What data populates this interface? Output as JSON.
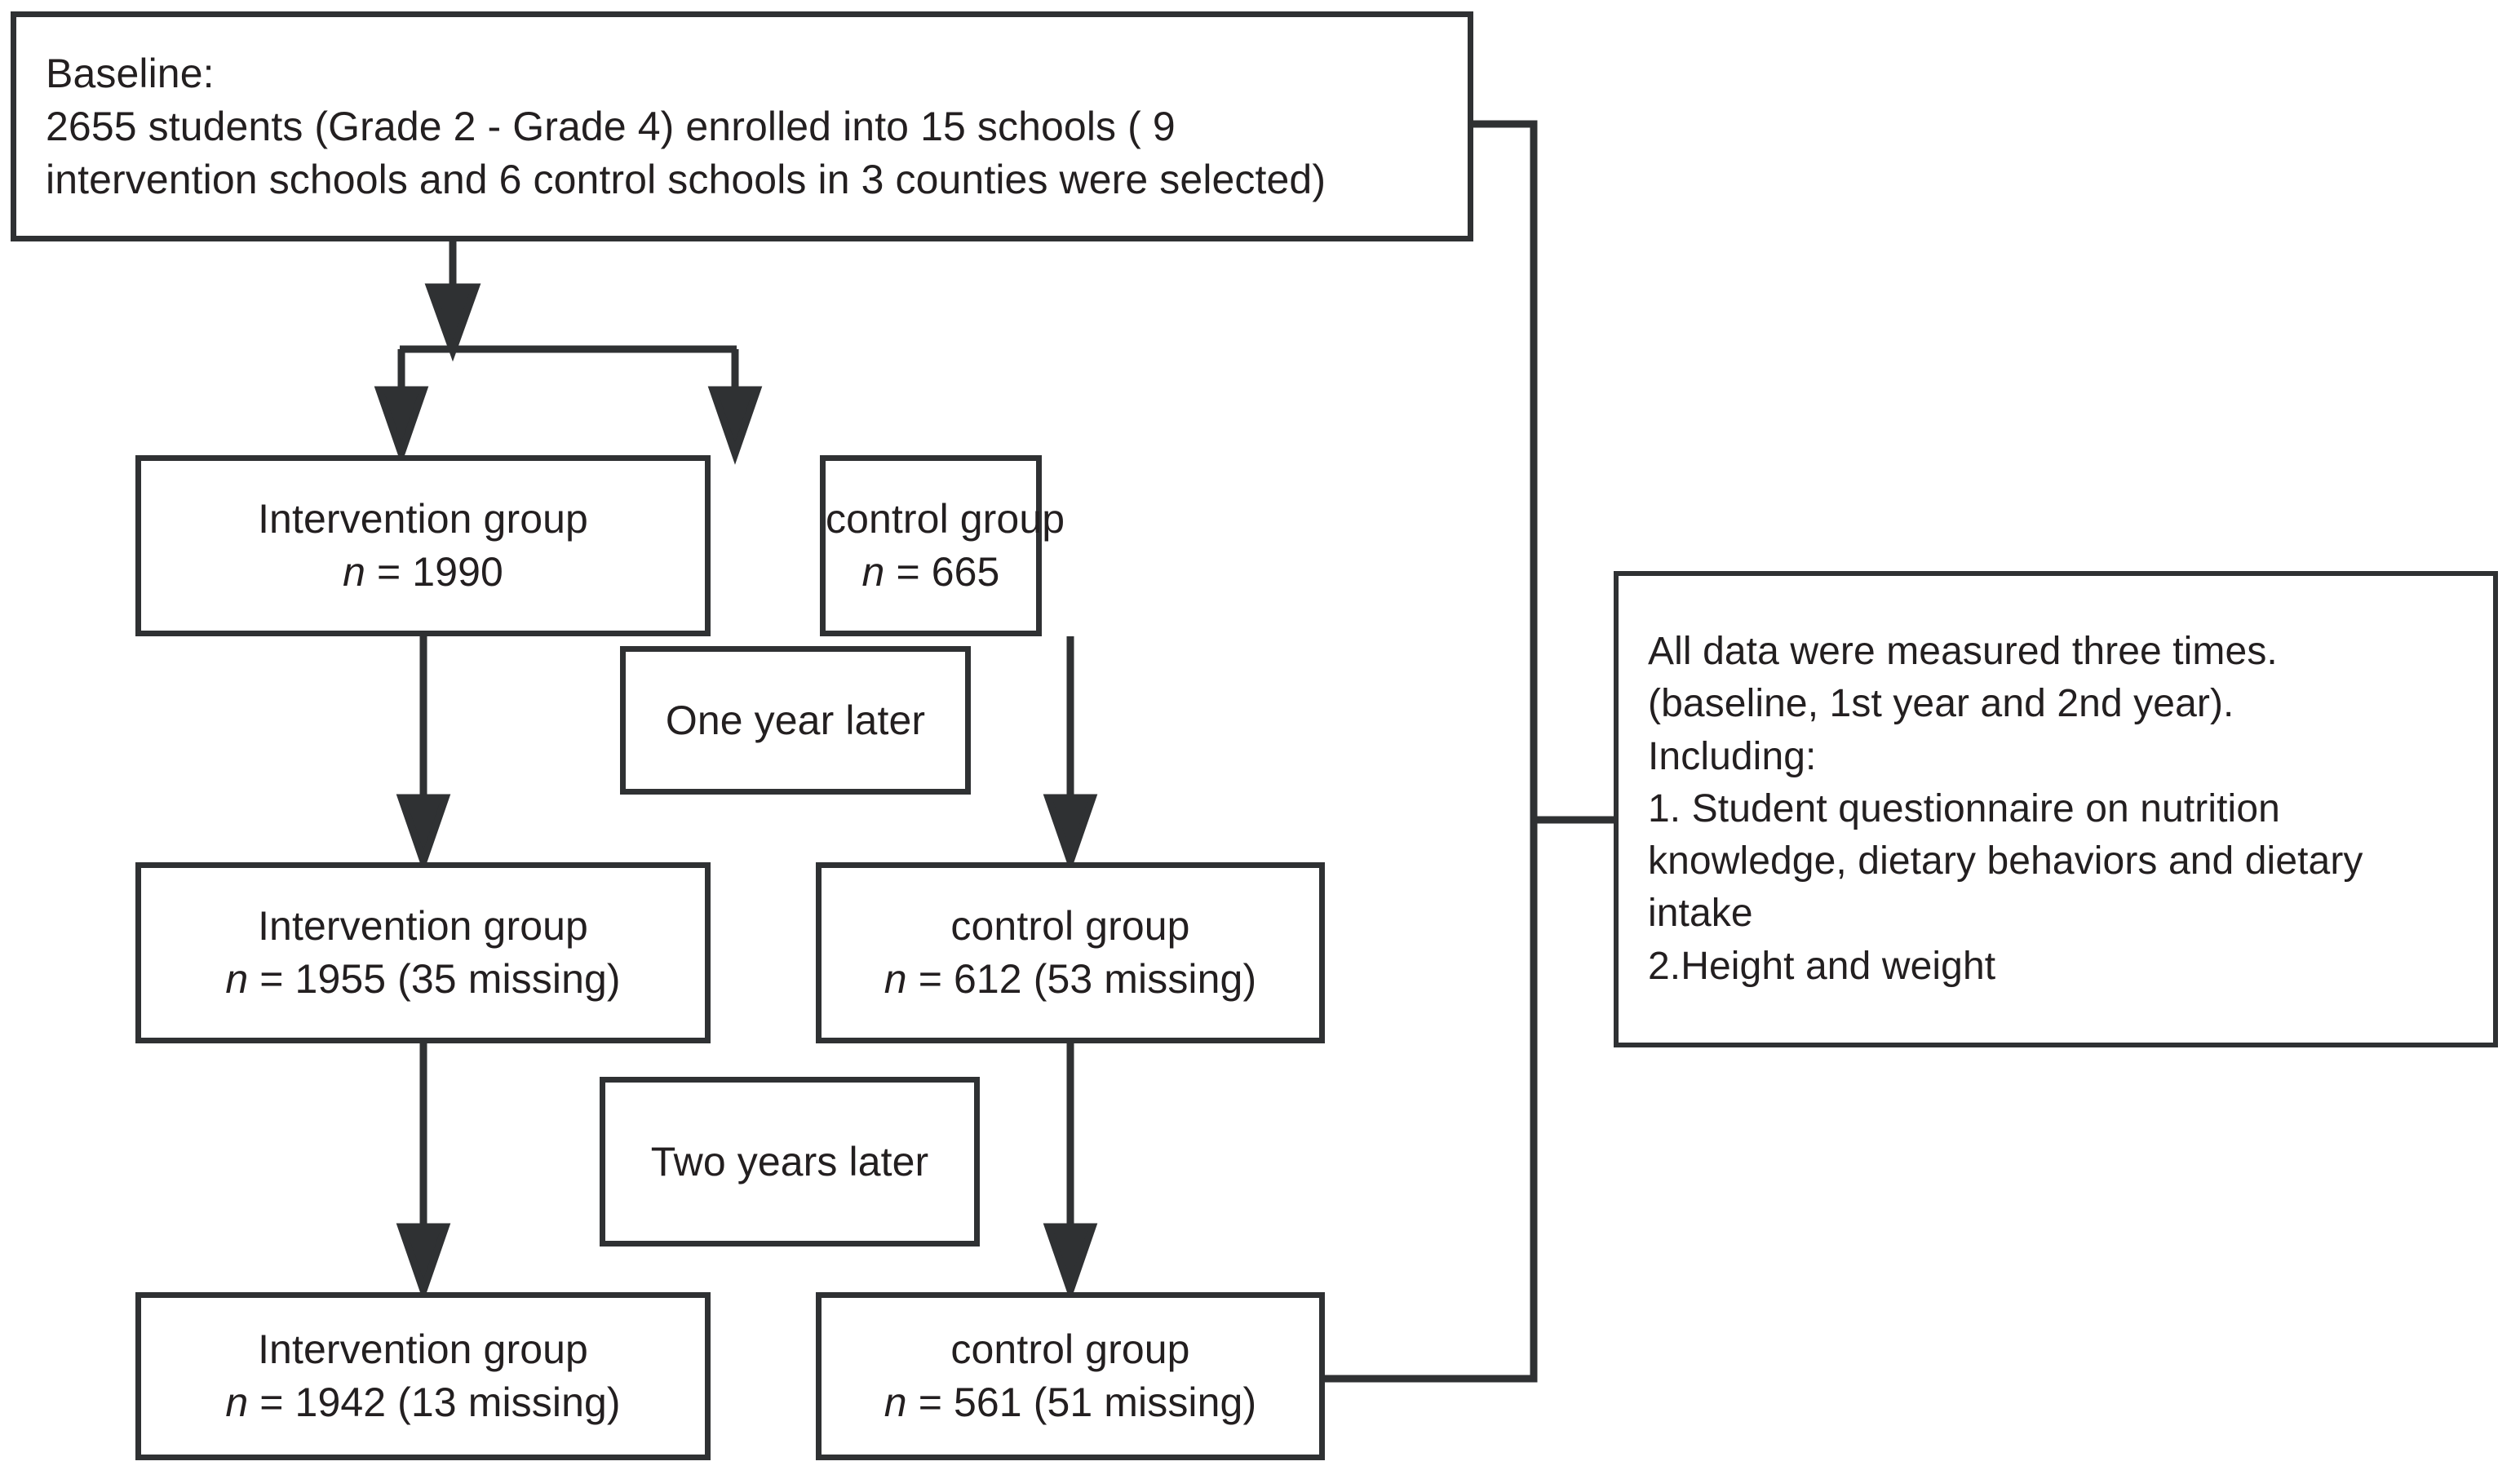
{
  "diagram": {
    "title": "Study participant flow diagram",
    "colors": {
      "stroke": "#2f3133",
      "text": "#231f20",
      "background": "#ffffff"
    },
    "nodes": {
      "baseline": {
        "label": "Baseline box",
        "lines": [
          "Baseline:",
          "2655 students (Grade 2 - Grade 4) enrolled into 15 schools ( 9",
          "intervention schools and 6 control schools in 3 counties were selected)"
        ]
      },
      "intervention_baseline": {
        "title": "Intervention group",
        "count_label": "n",
        "count_text": " = 1990"
      },
      "control_baseline": {
        "title": "control group",
        "count_label": "n",
        "count_text": " = 665"
      },
      "interval_one_year": {
        "label": "One year later"
      },
      "intervention_year1": {
        "title": "Intervention group",
        "count_label": "n",
        "count_text": " = 1955 (35 missing)"
      },
      "control_year1": {
        "title": "control group",
        "count_label": "n",
        "count_text": " = 612 (53 missing)"
      },
      "interval_two_years": {
        "label": "Two years later"
      },
      "intervention_year2": {
        "title": "Intervention group",
        "count_label": "n",
        "count_text": " = 1942 (13 missing)"
      },
      "control_year2": {
        "title": "control group",
        "count_label": "n",
        "count_text": " = 561 (51 missing)"
      },
      "measurements": {
        "lines": [
          "All data were measured three times.",
          "(baseline, 1st year and 2nd year).",
          "Including:",
          "1. Student questionnaire on nutrition",
          "knowledge, dietary behaviors and dietary",
          "intake",
          "2.Height and weight"
        ]
      }
    }
  }
}
